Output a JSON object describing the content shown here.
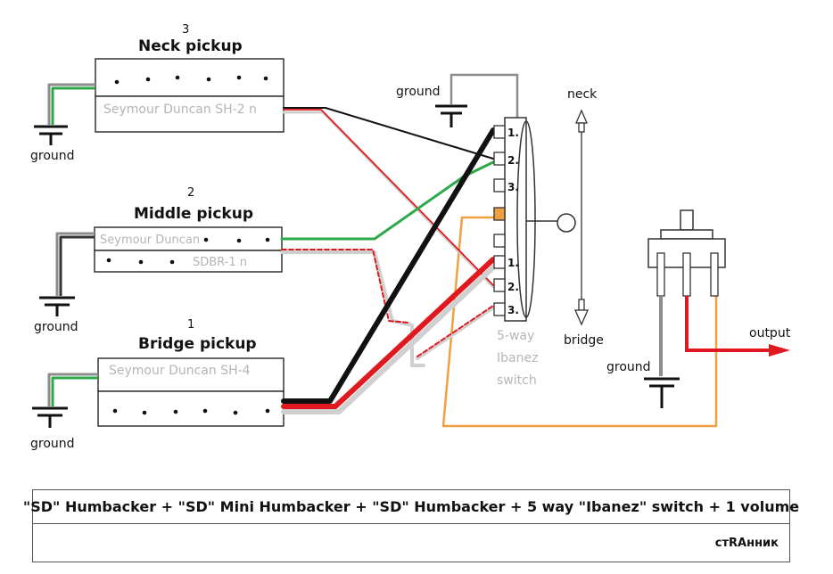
{
  "pickups": {
    "neck": {
      "number": "3",
      "title": "Neck pickup",
      "model": "Seymour Duncan SH-2 n"
    },
    "middle": {
      "number": "2",
      "title": "Middle pickup",
      "model_line1": "Seymour Duncan",
      "model_line2": "SDBR-1 n"
    },
    "bridge": {
      "number": "1",
      "title": "Bridge pickup",
      "model": "Seymour Duncan SH-4"
    }
  },
  "grounds": {
    "neck": "ground",
    "middle": "ground",
    "bridge": "ground",
    "switch": "ground",
    "pot": "ground"
  },
  "switch": {
    "label_line1": "5-way",
    "label_line2": "Ibanez",
    "label_line3": "switch",
    "upper_terminals": [
      "1.",
      "2.",
      "3."
    ],
    "lower_terminals": [
      "1.",
      "2.",
      "3."
    ],
    "position_neck": "neck",
    "position_bridge": "bridge"
  },
  "output": {
    "label": "output"
  },
  "caption": {
    "line1": "\"SD\" Humbacker + \"SD\" Mini Humbacker + \"SD\" Humbacker + 5 way \"Ibanez\" switch + 1 volume",
    "line2": "стRAнник"
  },
  "colors": {
    "black": "#000000",
    "red": "#e0191f",
    "green": "#2da84a",
    "gray": "#8c8c8c",
    "orange": "#f0a040",
    "wire_white": "#d0d0d0"
  }
}
